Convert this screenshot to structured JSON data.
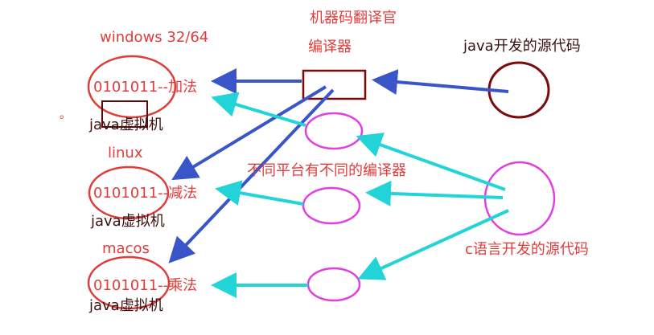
{
  "colors": {
    "red": "#e03c3c",
    "dark_red": "#7a0a0a",
    "magenta": "#e040e0",
    "blue_arrow": "#3a55c8",
    "cyan_arrow": "#22d3d8",
    "text_dark": "#3a1010"
  },
  "labels": {
    "translator_title": "机器码翻译官",
    "compiler": "编译器",
    "java_source": "java开发的源代码",
    "c_source": "c语言开发的源代码",
    "platform_note": "不同平台有不同的编译器",
    "dot": "。"
  },
  "platforms": [
    {
      "os": "windows 32/64",
      "machine_code": "0101011--加法",
      "vm": "java虚拟机"
    },
    {
      "os": "linux",
      "machine_code": "0101011--减法",
      "vm": "java虚拟机"
    },
    {
      "os": "macos",
      "machine_code": "0101011--乘法",
      "vm": "java虚拟机"
    }
  ]
}
